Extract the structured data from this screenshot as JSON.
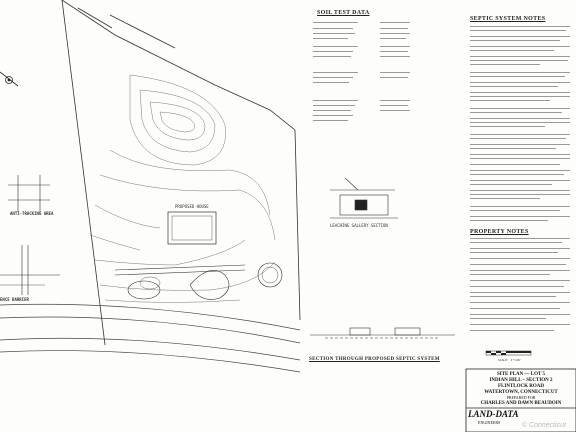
{
  "drawing": {
    "headers": {
      "soil_test": "SOIL TEST DATA",
      "septic_notes": "SEPTIC SYSTEM NOTES",
      "property_notes": "PROPERTY NOTES",
      "section": "SECTION THROUGH PROPOSED SEPTIC SYSTEM"
    },
    "labels": {
      "anti_tracking": "ANTI-TRACKING AREA",
      "fence_barrier": "ENCE BARRIER",
      "proposed_house": "PROPOSED HOUSE",
      "leaching_gallery": "LEACHING GALLERY SECTION",
      "scale": "SCALE: 1\"=40'"
    },
    "title_block": {
      "line1": "SITE PLAN — LOT 5",
      "line2": "INDIAN HILL – SECTION 2",
      "line3": "FLINTLOCK ROAD",
      "line4": "WATERTOWN, CONNECTICUT",
      "line5": "PREPARED FOR",
      "line6": "CHARLES AND DAWN BEAUDOIN"
    },
    "firm": {
      "name": "LAND-DATA",
      "sub": "ENGINEERS"
    },
    "watermark": "© Connecticut"
  }
}
